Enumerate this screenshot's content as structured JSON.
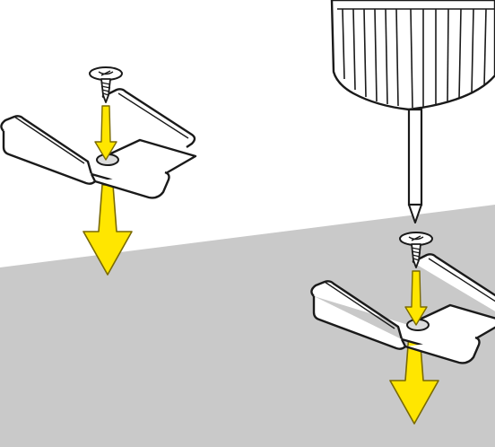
{
  "colors": {
    "background": "#ffffff",
    "surface": "#c9c9c9",
    "arrow_fill": "#ffe600",
    "arrow_stroke": "#b89c00",
    "line": "#1a1a1a",
    "metal": "#ffffff",
    "screwdriver_handle": "#ffffff"
  },
  "scene": {
    "items": [
      {
        "name": "left-mounting-clip",
        "icon": "clip-icon"
      },
      {
        "name": "right-mounting-clip",
        "icon": "clip-icon"
      },
      {
        "name": "screwdriver",
        "icon": "screwdriver-icon"
      },
      {
        "name": "left-screw",
        "icon": "screw-icon"
      },
      {
        "name": "right-screw",
        "icon": "screw-icon"
      }
    ]
  }
}
